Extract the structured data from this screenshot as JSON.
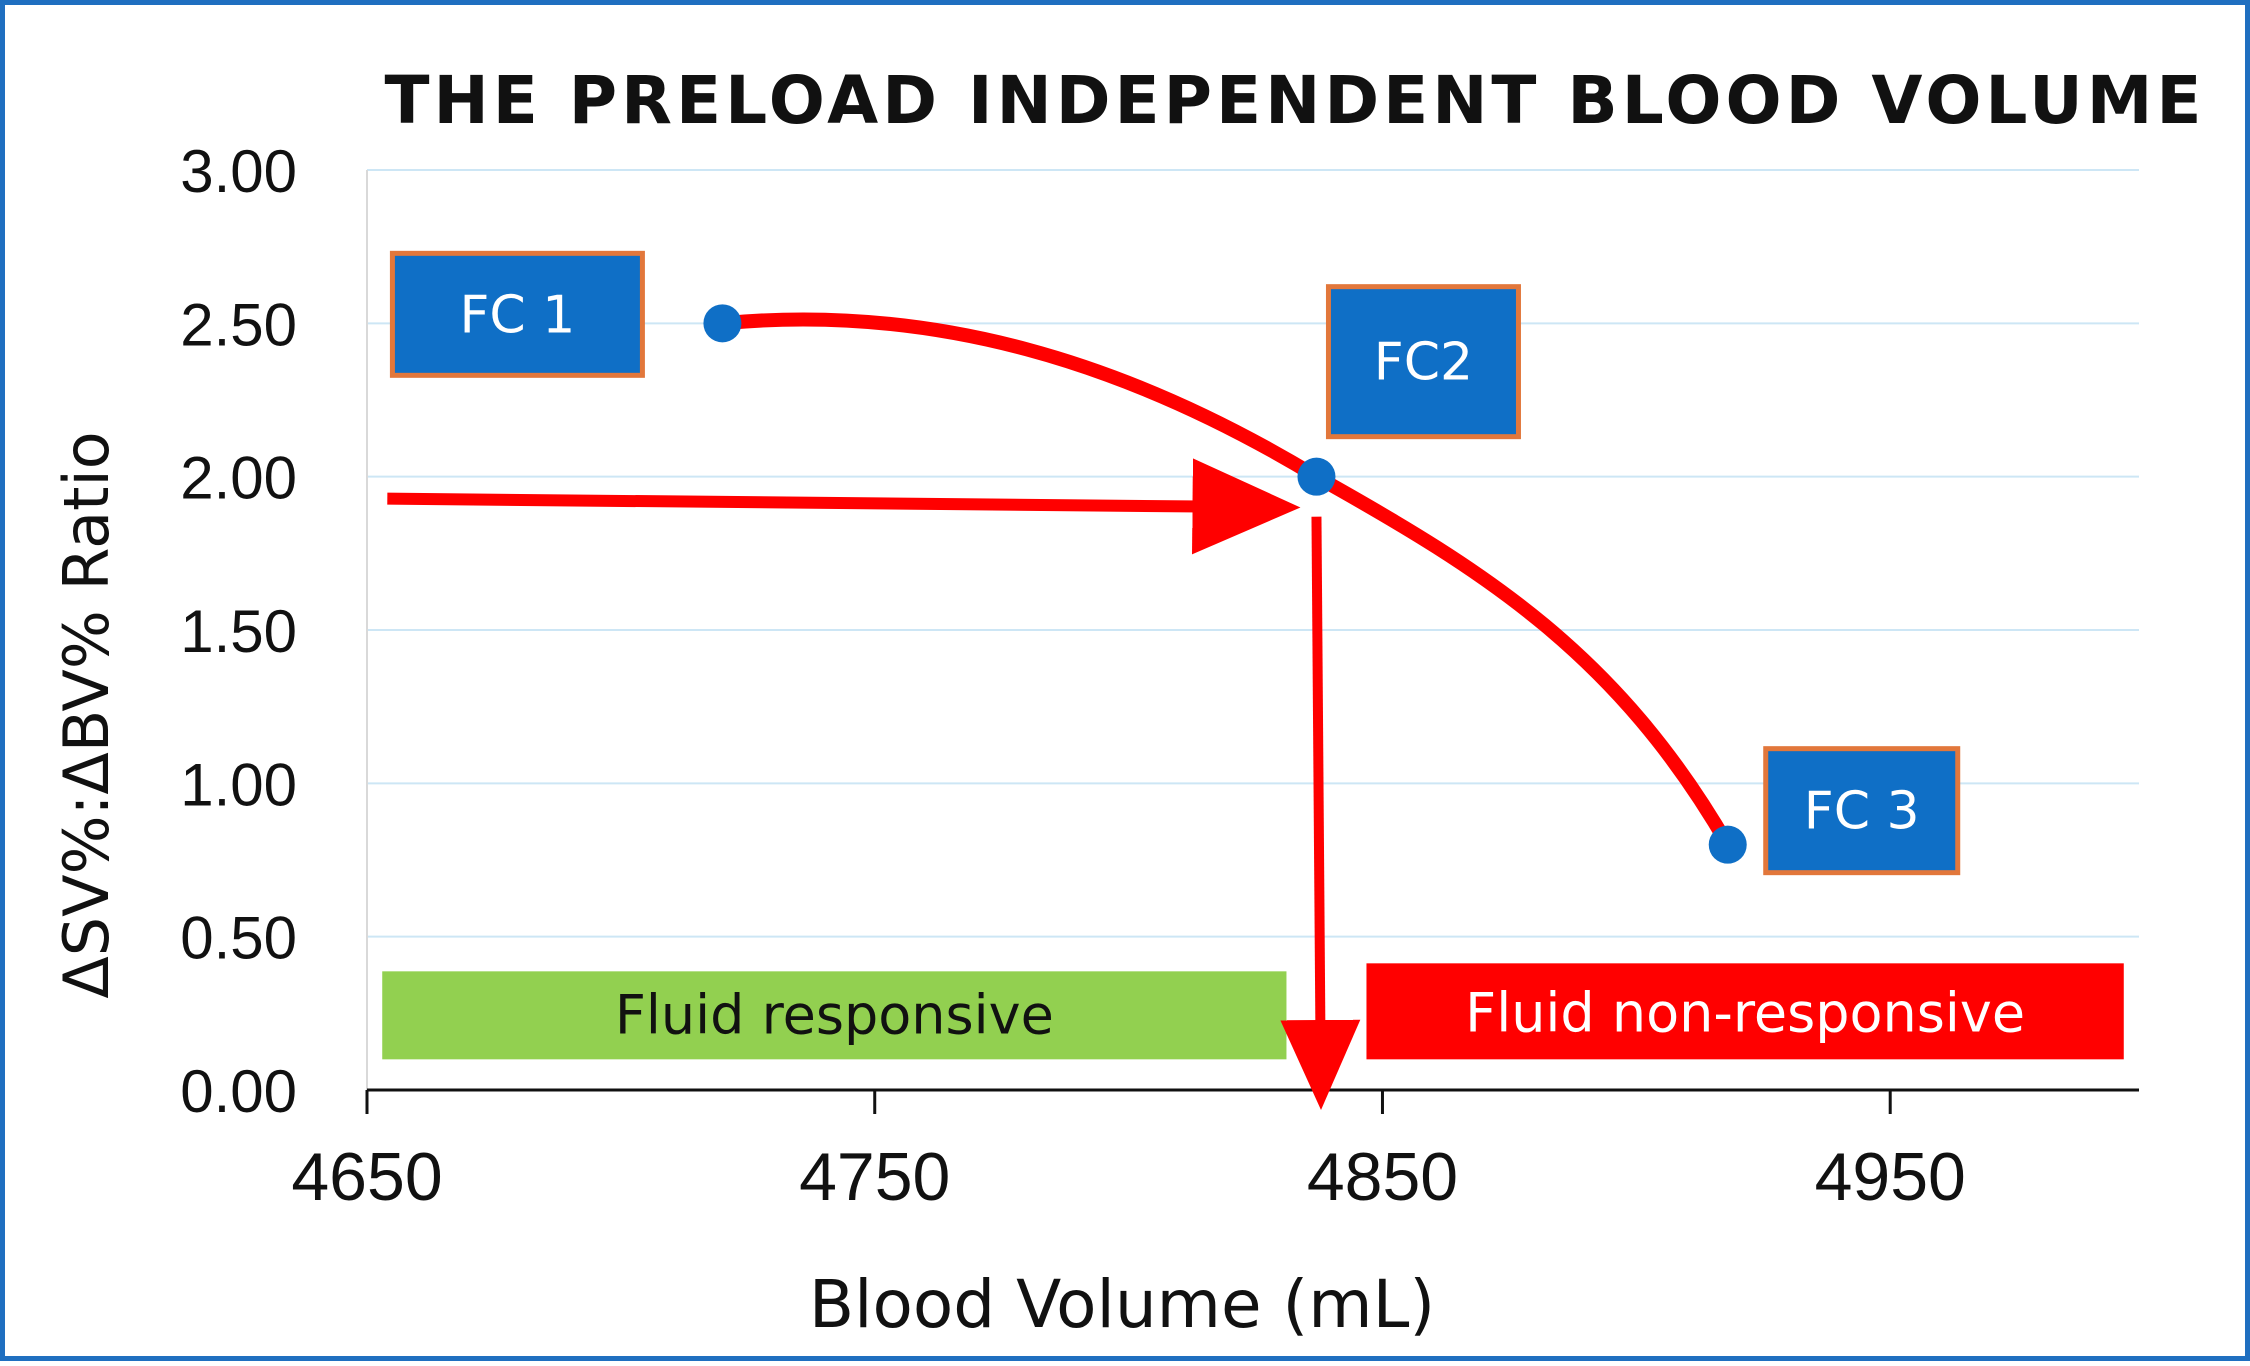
{
  "chart_data": {
    "type": "scatter",
    "title": "THE PRELOAD INDEPENDENT BLOOD VOLUME",
    "xlabel": "Blood Volume (mL)",
    "ylabel": "ΔSV%:ΔBV% Ratio",
    "xlim": [
      4650,
      4999
    ],
    "ylim": [
      0,
      3
    ],
    "xticks": [
      4650,
      4750,
      4850,
      4950
    ],
    "xtick_labels": [
      "4650",
      "4750",
      "4850",
      "4950"
    ],
    "yticks": [
      0,
      0.5,
      1,
      1.5,
      2,
      2.5,
      3
    ],
    "ytick_labels": [
      "0.00",
      "0.50",
      "1.00",
      "1.50",
      "2.00",
      "2.50",
      "3.00"
    ],
    "grid": "horizontal",
    "colors": {
      "point": "#0f6fc6",
      "curve": "#ff0000",
      "gridline": "#cde6f5",
      "box_fill": "#0f6fc6",
      "box_border": "#e2773b",
      "responsive_band": "#92d050",
      "nonresponsive_band": "#ff0000"
    },
    "points": [
      {
        "x": 4720,
        "y": 2.5,
        "label": "FC 1"
      },
      {
        "x": 4837,
        "y": 2.0,
        "label": "FC2"
      },
      {
        "x": 4918,
        "y": 0.8,
        "label": "FC 3"
      }
    ],
    "annotations": {
      "responsive_label": "Fluid responsive",
      "nonresponsive_label": "Fluid non-responsive",
      "threshold_x": 4837,
      "threshold_y": 2.0
    }
  }
}
